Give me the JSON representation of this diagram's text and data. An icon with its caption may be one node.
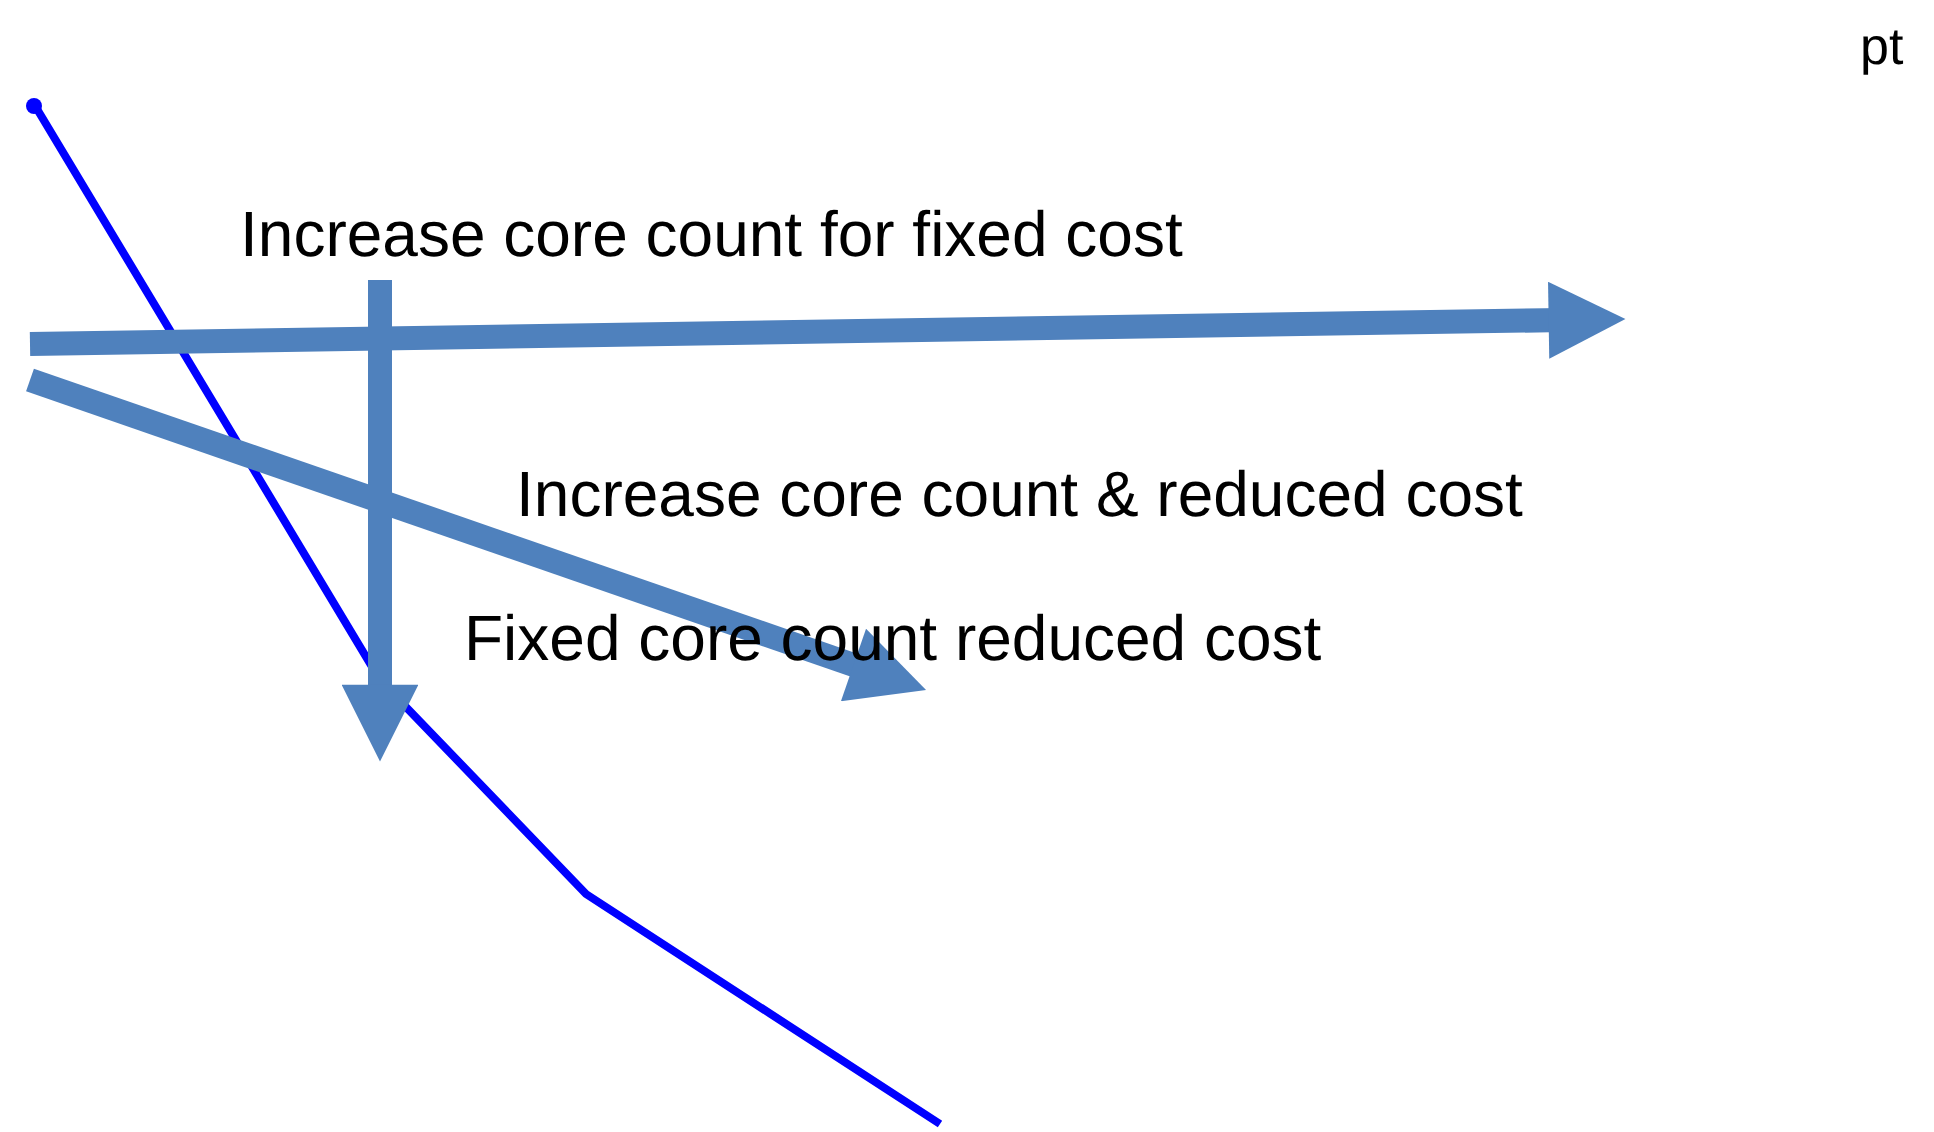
{
  "diagram": {
    "labels": [
      "pt",
      "Increase core count for fixed cost",
      "Increase core count & reduced cost",
      "Fixed core count reduced cost"
    ]
  }
}
